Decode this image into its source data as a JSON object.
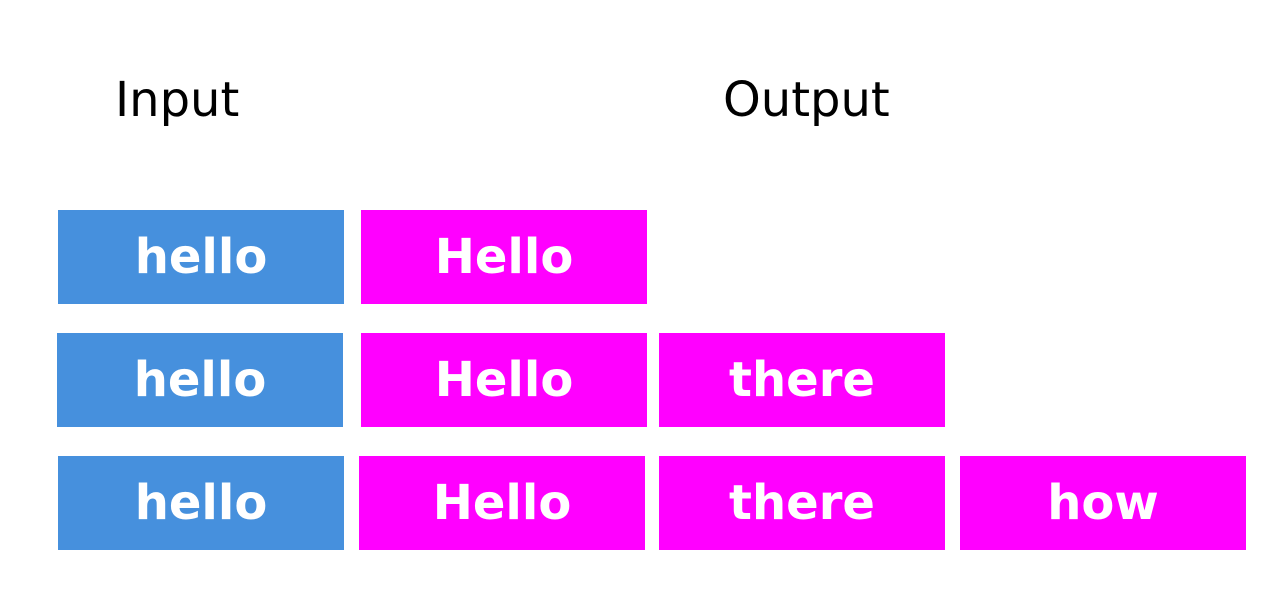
{
  "headings": {
    "input": "Input",
    "output": "Output"
  },
  "rows": [
    {
      "input": "hello",
      "outputs": [
        "Hello"
      ]
    },
    {
      "input": "hello",
      "outputs": [
        "Hello",
        "there"
      ]
    },
    {
      "input": "hello",
      "outputs": [
        "Hello",
        "there",
        "how"
      ]
    }
  ],
  "colors": {
    "input_token": "#4690dd",
    "output_token": "#ff00ff",
    "token_text": "#ffffff"
  }
}
